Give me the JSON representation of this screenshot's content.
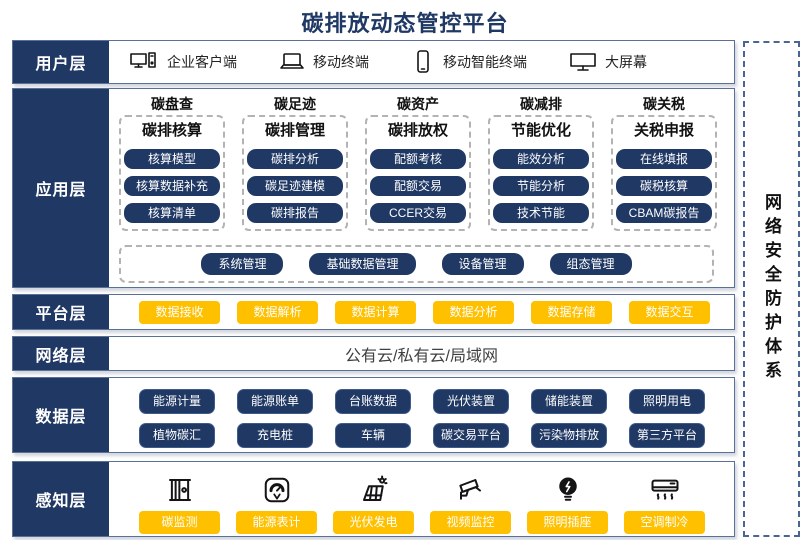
{
  "title": "碳排放动态管控平台",
  "security_panel": {
    "label": "网络安全防护体系"
  },
  "colors": {
    "navy": "#1F3864",
    "orange": "#FFC000",
    "row_border": "#5A7097",
    "dashed_gray": "#B3B3B3"
  },
  "layers": {
    "user": {
      "label": "用户层",
      "items": [
        {
          "icon": "desktop-pc-icon",
          "label": "企业客户端"
        },
        {
          "icon": "laptop-icon",
          "label": "移动终端"
        },
        {
          "icon": "smartphone-icon",
          "label": "移动智能终端"
        },
        {
          "icon": "big-screen-icon",
          "label": "大屏幕"
        }
      ]
    },
    "application": {
      "label": "应用层",
      "columns": [
        {
          "header": "碳盘查",
          "title": "碳排核算",
          "buttons": [
            "核算模型",
            "核算数据补充",
            "核算清单"
          ]
        },
        {
          "header": "碳足迹",
          "title": "碳排管理",
          "buttons": [
            "碳排分析",
            "碳足迹建模",
            "碳排报告"
          ]
        },
        {
          "header": "碳资产",
          "title": "碳排放权",
          "buttons": [
            "配额考核",
            "配额交易",
            "CCER交易"
          ]
        },
        {
          "header": "碳减排",
          "title": "节能优化",
          "buttons": [
            "能效分析",
            "节能分析",
            "技术节能"
          ]
        },
        {
          "header": "碳关税",
          "title": "关税申报",
          "buttons": [
            "在线填报",
            "碳税核算",
            "CBAM碳报告"
          ]
        }
      ],
      "common_buttons": [
        "系统管理",
        "基础数据管理",
        "设备管理",
        "组态管理"
      ]
    },
    "platform": {
      "label": "平台层",
      "buttons": [
        "数据接收",
        "数据解析",
        "数据计算",
        "数据分析",
        "数据存储",
        "数据交互"
      ]
    },
    "network": {
      "label": "网络层",
      "text": "公有云/私有云/局域网"
    },
    "data": {
      "label": "数据层",
      "rows": [
        [
          "能源计量",
          "能源账单",
          "台账数据",
          "光伏装置",
          "储能装置",
          "照明用电"
        ],
        [
          "植物碳汇",
          "充电桩",
          "车辆",
          "碳交易平台",
          "污染物排放",
          "第三方平台"
        ]
      ]
    },
    "perception": {
      "label": "感知层",
      "items": [
        {
          "icon": "carbon-monitor-icon",
          "label": "碳监测"
        },
        {
          "icon": "energy-meter-icon",
          "label": "能源表计"
        },
        {
          "icon": "solar-power-icon",
          "label": "光伏发电"
        },
        {
          "icon": "cctv-icon",
          "label": "视频监控"
        },
        {
          "icon": "light-bulb-icon",
          "label": "照明插座"
        },
        {
          "icon": "air-conditioner-icon",
          "label": "空调制冷"
        }
      ]
    }
  }
}
